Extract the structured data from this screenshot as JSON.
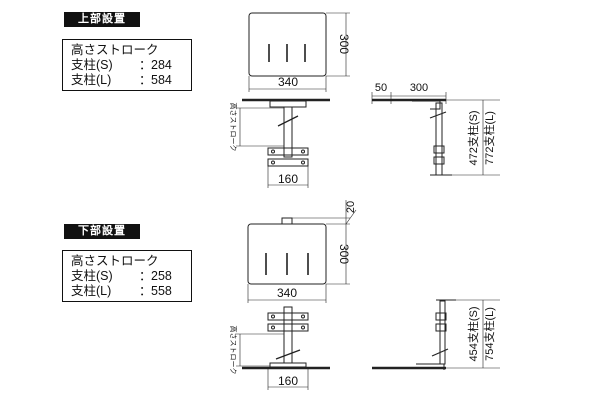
{
  "upper": {
    "title": "上部設置",
    "stroke_title": "高さストローク",
    "posts": [
      {
        "label": "支柱(S)",
        "colon": "：",
        "value": "284"
      },
      {
        "label": "支柱(L)",
        "colon": "：",
        "value": "584"
      }
    ],
    "dims": {
      "depth": "300",
      "width": "340",
      "base_width": "160",
      "side_offset": "50",
      "side_depth": "300",
      "height_s": "472支柱(S)",
      "height_l": "772支柱(L)",
      "stroke_label": "高さストローク"
    }
  },
  "lower": {
    "title": "下部設置",
    "stroke_title": "高さストローク",
    "posts": [
      {
        "label": "支柱(S)",
        "colon": "：",
        "value": "258"
      },
      {
        "label": "支柱(L)",
        "colon": "：",
        "value": "558"
      }
    ],
    "dims": {
      "top_offset": "20",
      "depth": "300",
      "width": "340",
      "base_width": "160",
      "height_s": "454支柱(S)",
      "height_l": "754支柱(L)",
      "stroke_label": "高さストローク"
    }
  }
}
